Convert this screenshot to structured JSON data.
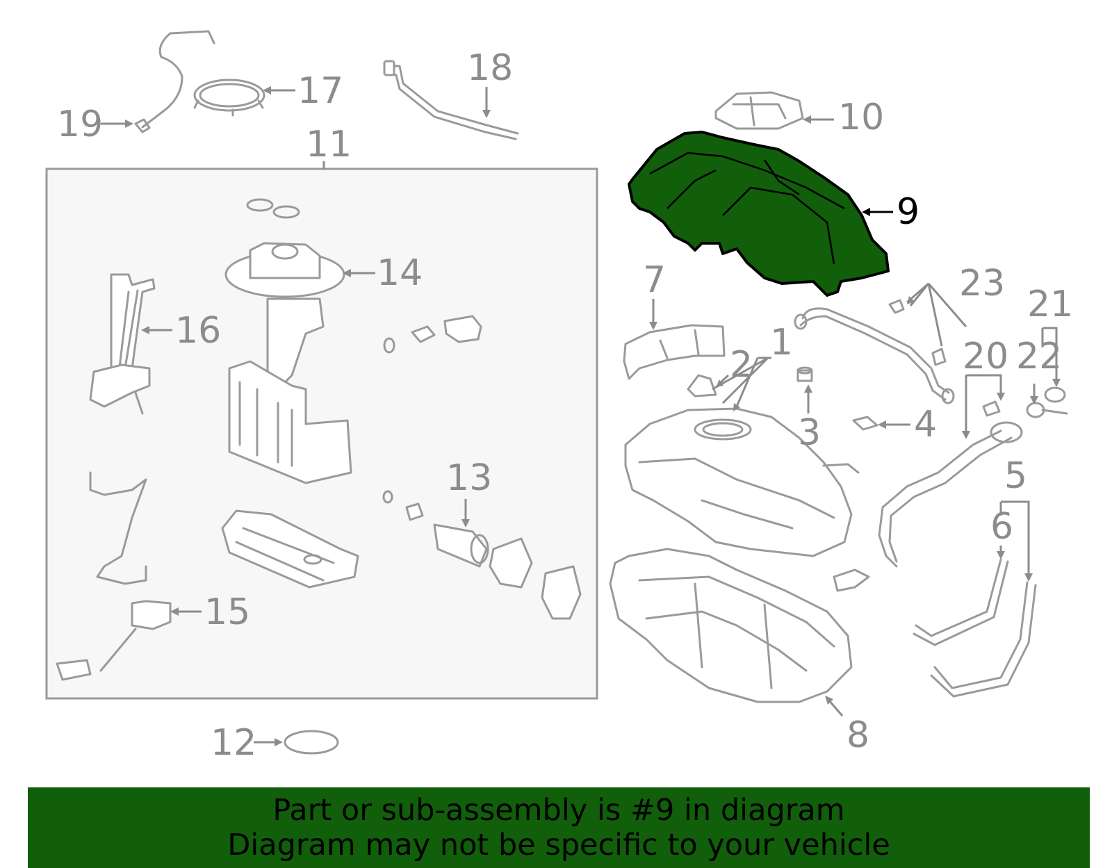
{
  "callouts": {
    "c1": "1",
    "c2": "2",
    "c3": "3",
    "c4": "4",
    "c5": "5",
    "c6": "6",
    "c7": "7",
    "c8": "8",
    "c9": "9",
    "c10": "10",
    "c11": "11",
    "c12": "12",
    "c13": "13",
    "c14": "14",
    "c15": "15",
    "c16": "16",
    "c17": "17",
    "c18": "18",
    "c19": "19",
    "c20": "20",
    "c21": "21",
    "c22": "22",
    "c23": "23"
  },
  "highlight_color": "#115e0b",
  "banner": {
    "line1": "Part or sub-assembly is #9 in diagram",
    "line2": "Diagram may not be specific to your vehicle"
  }
}
